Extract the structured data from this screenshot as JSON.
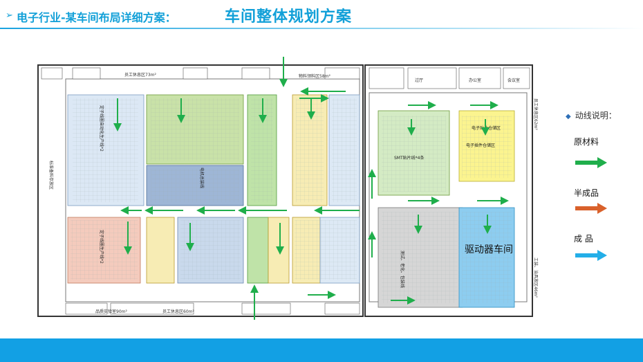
{
  "header": {
    "subtitle": "电子行业-某车间布局详细方案：",
    "title": "车间整体规划方案"
  },
  "colors": {
    "accent": "#12a0d8",
    "raw_material_arrow": "#1fae4b",
    "semi_finished_arrow": "#d9612b",
    "finished_arrow": "#23aee8"
  },
  "legend": {
    "title": "动线说明：",
    "items": [
      {
        "label": "原材料",
        "color": "#1fae4b"
      },
      {
        "label": "半成品",
        "color": "#d9612b"
      },
      {
        "label": "成  品",
        "color": "#23aee8"
      }
    ]
  },
  "plan": {
    "top_labels": {
      "rest_area": "员工休息区73m²",
      "meeting": "物料领料区58m²",
      "pass": "过厅",
      "office": "办公室",
      "meeting_room": "会议室"
    },
    "bottom_labels": {
      "quality": "品质实验室90m²",
      "rest_area": "员工休息区60m²"
    },
    "side_labels": {
      "left_storage": "标准备料存放区",
      "right_rest": "员工休息区62m²",
      "right_tools": "工装、治具放区46m²"
    },
    "zones": {
      "stator_line_1": "定子线圈自动化生产线*2",
      "stator_line_2": "定子线圈生产线*2",
      "assembly_line": "电机总装线",
      "smt": "SMT贴片线*4条",
      "electronic": "电子贴片仓储区",
      "electronic_assembly": "电子插件仓储区",
      "drive_workshop": "驱动器车间",
      "test_line": "测试、老化、包装线"
    }
  }
}
